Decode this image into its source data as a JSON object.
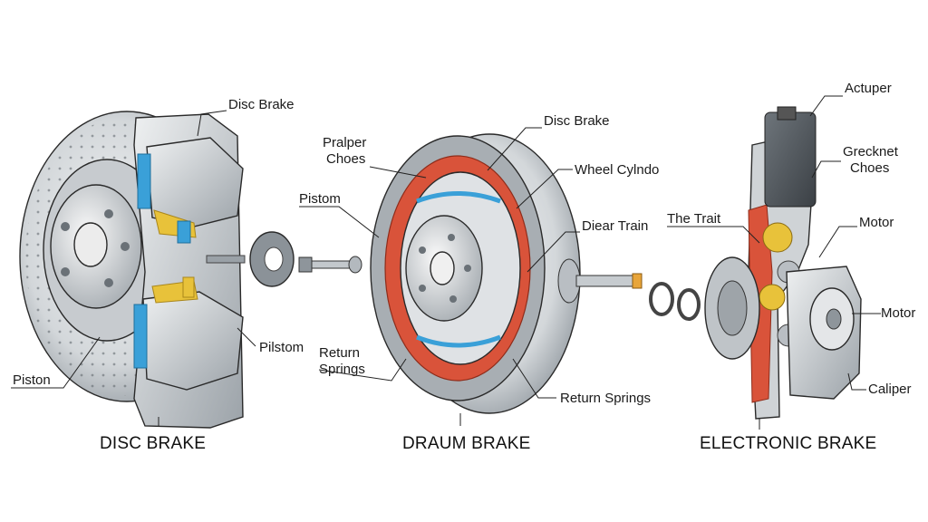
{
  "sections": {
    "disc": {
      "title": "DISC BRAKE",
      "labels": {
        "disc_brake": "Disc Brake",
        "piston": "Piston",
        "pilstom": "Pilstom"
      }
    },
    "drum": {
      "title": "DRAUM BRAKE",
      "labels": {
        "pralper": "Pralper",
        "choes": "Choes",
        "pistom": "Pistom",
        "return": "Return",
        "springs": "Springs",
        "disc_brake": "Disc Brake",
        "wheel_cylndo": "Wheel Cylndo",
        "diear_train": "Diear Train",
        "return_springs": "Return Springs"
      }
    },
    "electronic": {
      "title": "ELECTRONIC BRAKE",
      "labels": {
        "actuper": "Actuper",
        "grecknet": "Grecknet",
        "choes": "Choes",
        "the_trait": "The Trait",
        "motor_1": "Motor",
        "motor_2": "Motor",
        "caliper": "Caliper"
      }
    }
  },
  "colors": {
    "metal_light": "#e6e8ea",
    "metal_mid": "#b9bec3",
    "metal_dark": "#7d848b",
    "accent_blue": "#3aa0d8",
    "accent_yellow": "#e8c23a",
    "accent_red": "#d9533a"
  }
}
